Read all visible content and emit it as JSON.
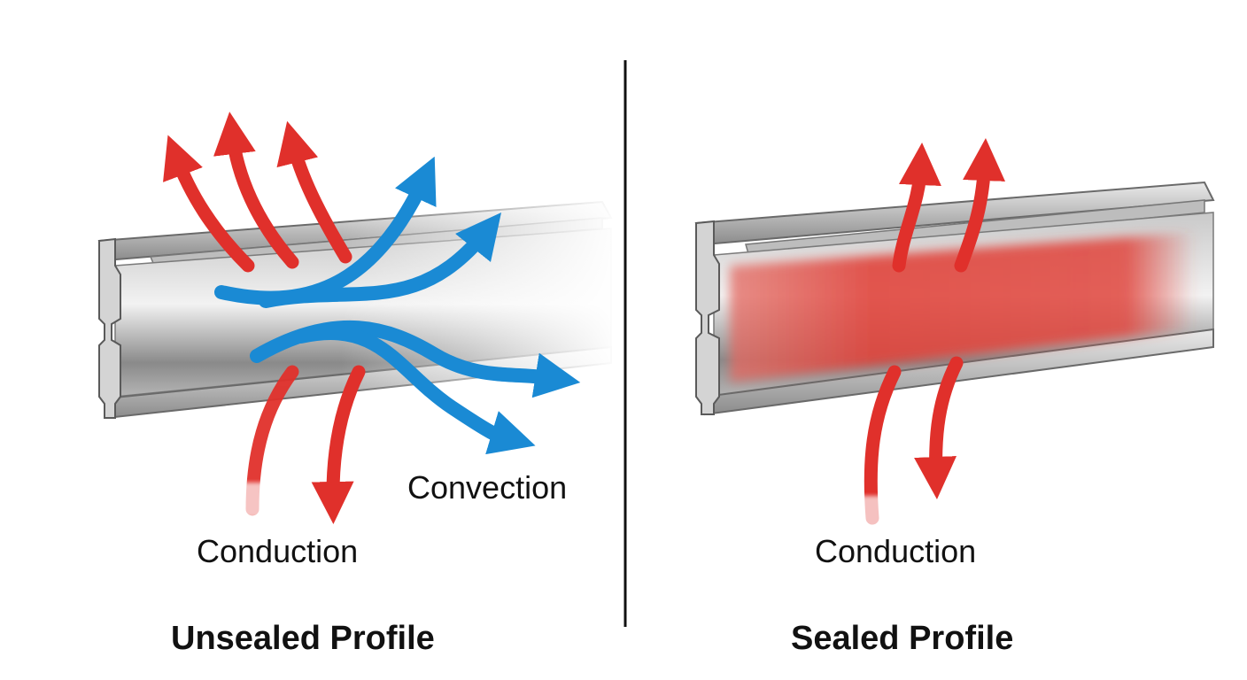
{
  "left_panel": {
    "title": "Unsealed Profile",
    "labels": {
      "convection": "Convection",
      "conduction": "Conduction"
    }
  },
  "right_panel": {
    "title": "Sealed Profile",
    "labels": {
      "conduction": "Conduction"
    }
  },
  "colors": {
    "heat_arrow": "#e0302b",
    "air_arrow": "#1a8ad4",
    "divider": "#111111",
    "metal_light": "#d9d9d9",
    "metal_dark": "#7a7a7a",
    "heat_fill": "#e0443c"
  }
}
